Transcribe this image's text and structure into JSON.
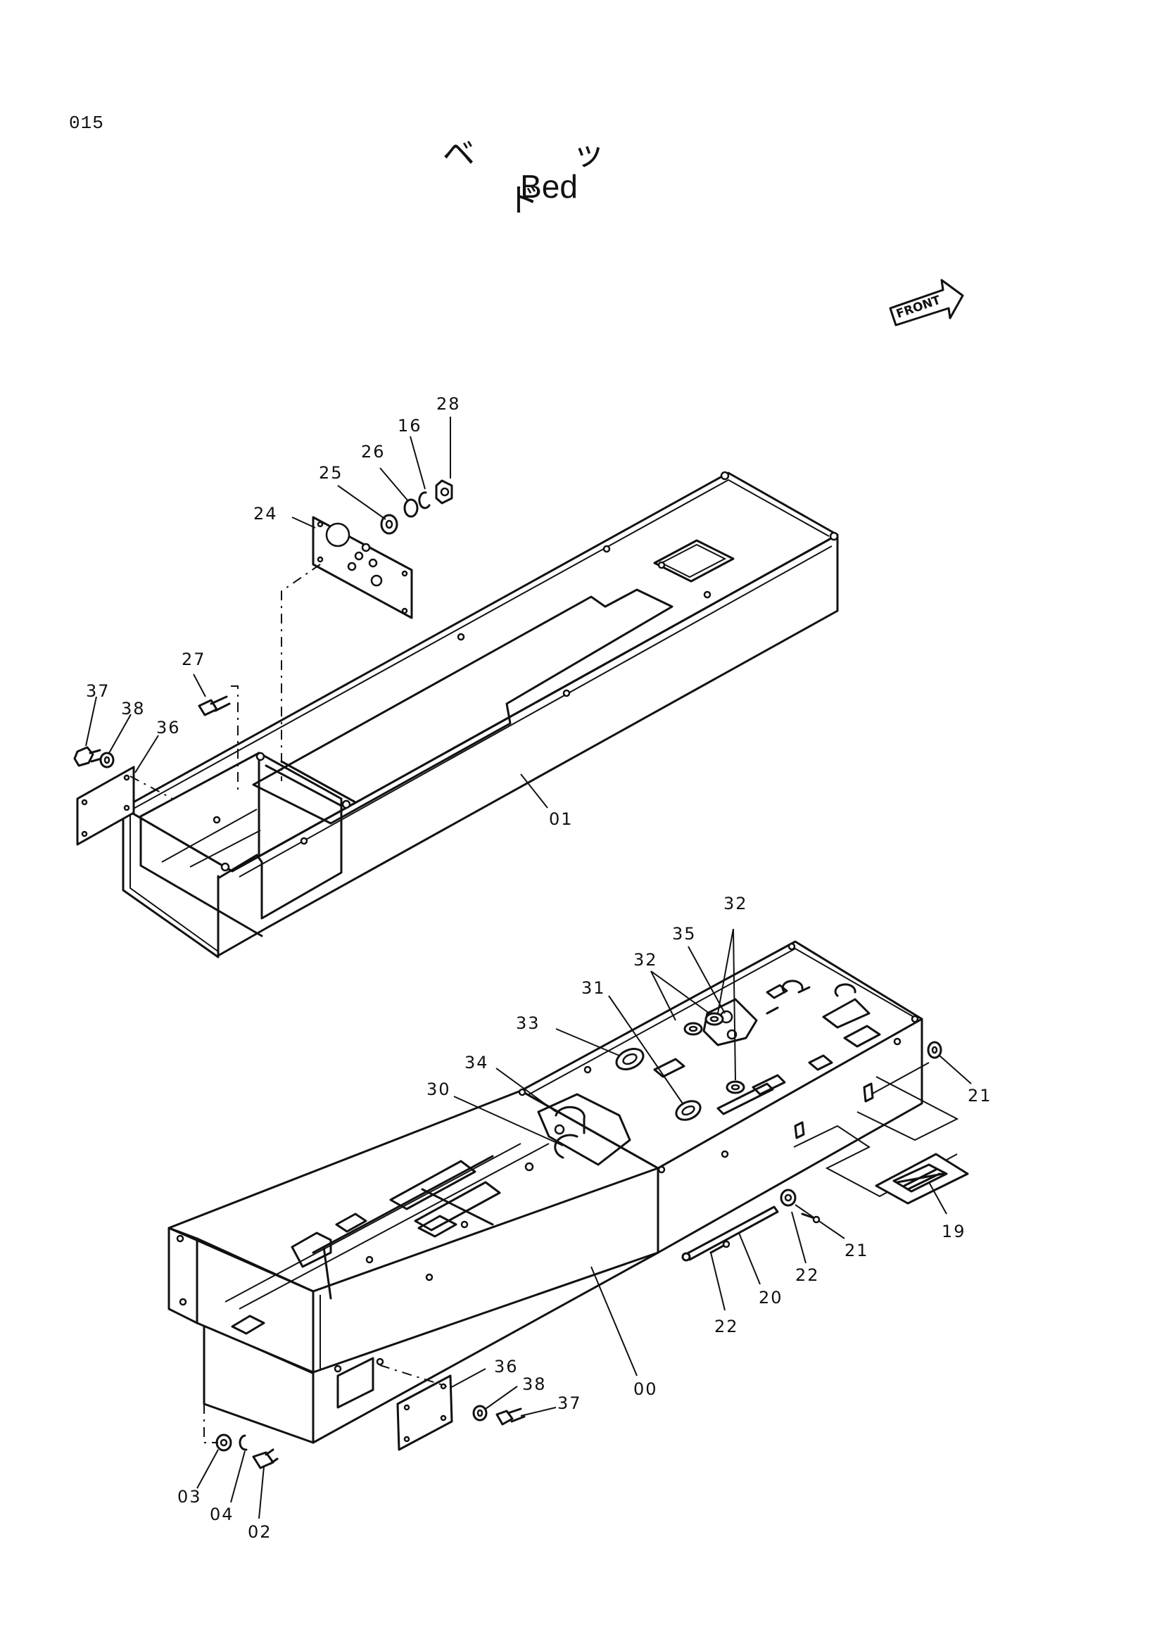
{
  "page": {
    "number": "015"
  },
  "title": {
    "japanese": "ベ ッ ド",
    "english": "Bed"
  },
  "direction_marker": {
    "label": "FRONT"
  },
  "callouts": {
    "p00": "00",
    "p01": "01",
    "p02": "02",
    "p03": "03",
    "p04": "04",
    "p16": "16",
    "p19": "19",
    "p20": "20",
    "p21a": "21",
    "p21b": "21",
    "p22a": "22",
    "p22b": "22",
    "p24": "24",
    "p25": "25",
    "p26": "26",
    "p27": "27",
    "p28": "28",
    "p30": "30",
    "p31": "31",
    "p32a": "32",
    "p32b": "32",
    "p33": "33",
    "p34": "34",
    "p35": "35",
    "p36a": "36",
    "p36b": "36",
    "p37a": "37",
    "p37b": "37",
    "p38a": "38",
    "p38b": "38"
  }
}
